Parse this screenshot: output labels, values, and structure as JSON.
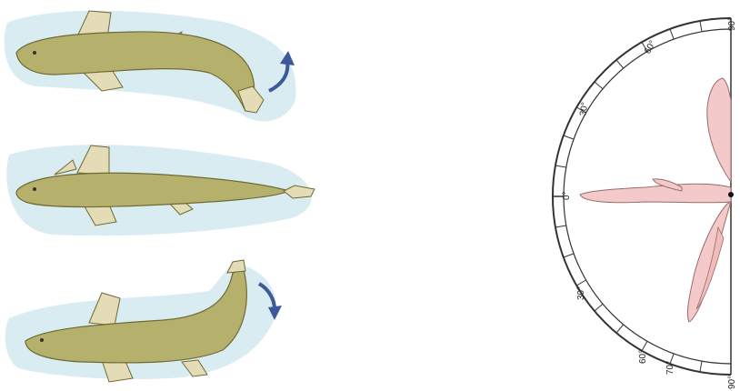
{
  "goniometer": {
    "labels": [
      {
        "text": "90°",
        "angle": 90
      },
      {
        "text": "60°",
        "angle": 60
      },
      {
        "text": "30°",
        "angle": 30
      },
      {
        "text": "0°",
        "angle": 0
      },
      {
        "text": "30°",
        "angle": -30
      },
      {
        "text": "60°",
        "angle": -60
      },
      {
        "text": "70°",
        "angle": -70
      },
      {
        "text": "90°",
        "angle": -90
      }
    ]
  },
  "colors": {
    "water": "#d8ecf1",
    "fish_body": "#b5b16d",
    "fish_outline": "#6f6a34",
    "fin": "#e3dcb6",
    "arrow": "#3c5a9a",
    "hand_fill": "#f4c9c9",
    "hand_outline": "#9a6b6b",
    "dial_line": "#333333"
  }
}
